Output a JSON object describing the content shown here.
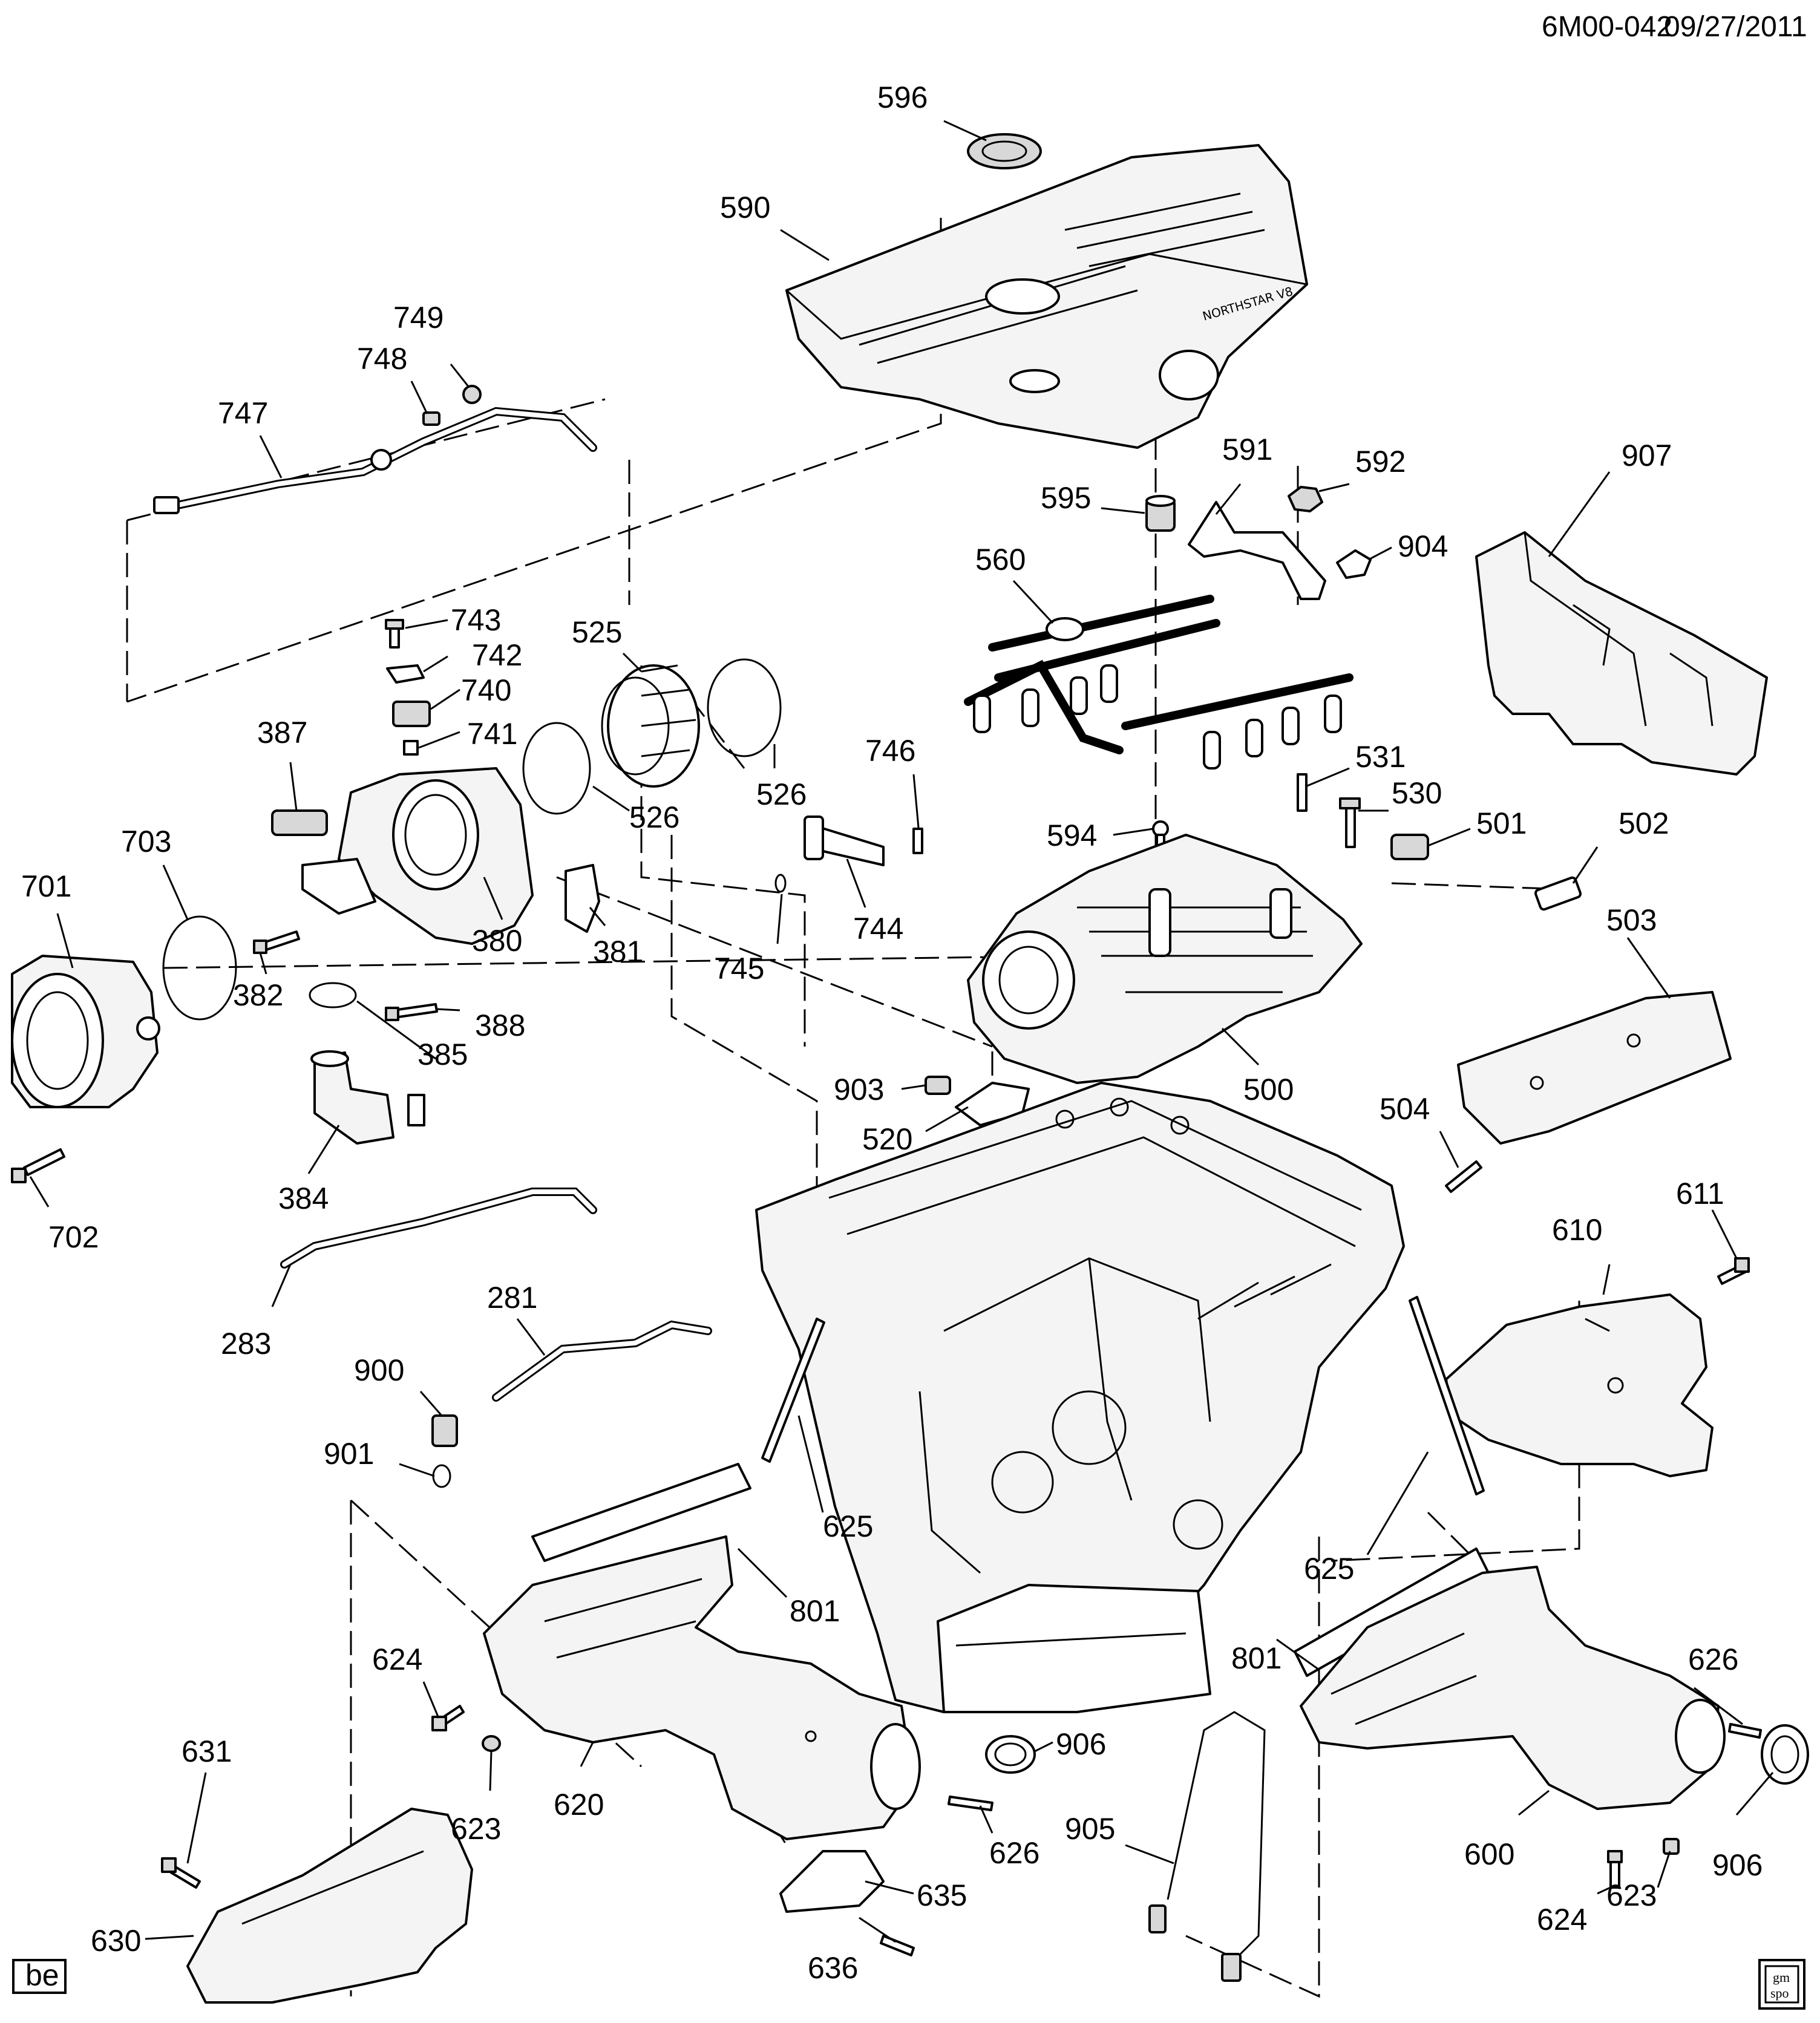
{
  "header": {
    "diagram_number": "6M00-042",
    "date": "09/27/2011"
  },
  "badges": {
    "bottom_left": "be",
    "bottom_right_line1": "gm",
    "bottom_right_line2": "spo"
  },
  "engine_cover_text": "NORTHSTAR V8",
  "callouts": {
    "c596": "596",
    "c590": "590",
    "c749": "749",
    "c748": "748",
    "c747": "747",
    "c591": "591",
    "c592": "592",
    "c595": "595",
    "c907": "907",
    "c560": "560",
    "c904": "904",
    "c743": "743",
    "c742": "742",
    "c740": "740",
    "c741": "741",
    "c525": "525",
    "c526a": "526",
    "c526b": "526",
    "c746": "746",
    "c387": "387",
    "c703": "703",
    "c701": "701",
    "c380": "380",
    "c381": "381",
    "c382": "382",
    "c388": "388",
    "c385": "385",
    "c384": "384",
    "c702": "702",
    "c745": "745",
    "c744": "744",
    "c531": "531",
    "c530": "530",
    "c501": "501",
    "c502": "502",
    "c594": "594",
    "c503": "503",
    "c500": "500",
    "c903": "903",
    "c520": "520",
    "c504": "504",
    "c611": "611",
    "c610": "610",
    "c283": "283",
    "c281": "281",
    "c900": "900",
    "c901": "901",
    "c625a": "625",
    "c625b": "625",
    "c801a": "801",
    "c801b": "801",
    "c624a": "624",
    "c624b": "624",
    "c631": "631",
    "c623a": "623",
    "c623b": "623",
    "c620": "620",
    "c906a": "906",
    "c906b": "906",
    "c626a": "626",
    "c626b": "626",
    "c905": "905",
    "c600": "600",
    "c635": "635",
    "c636": "636",
    "c630": "630"
  }
}
